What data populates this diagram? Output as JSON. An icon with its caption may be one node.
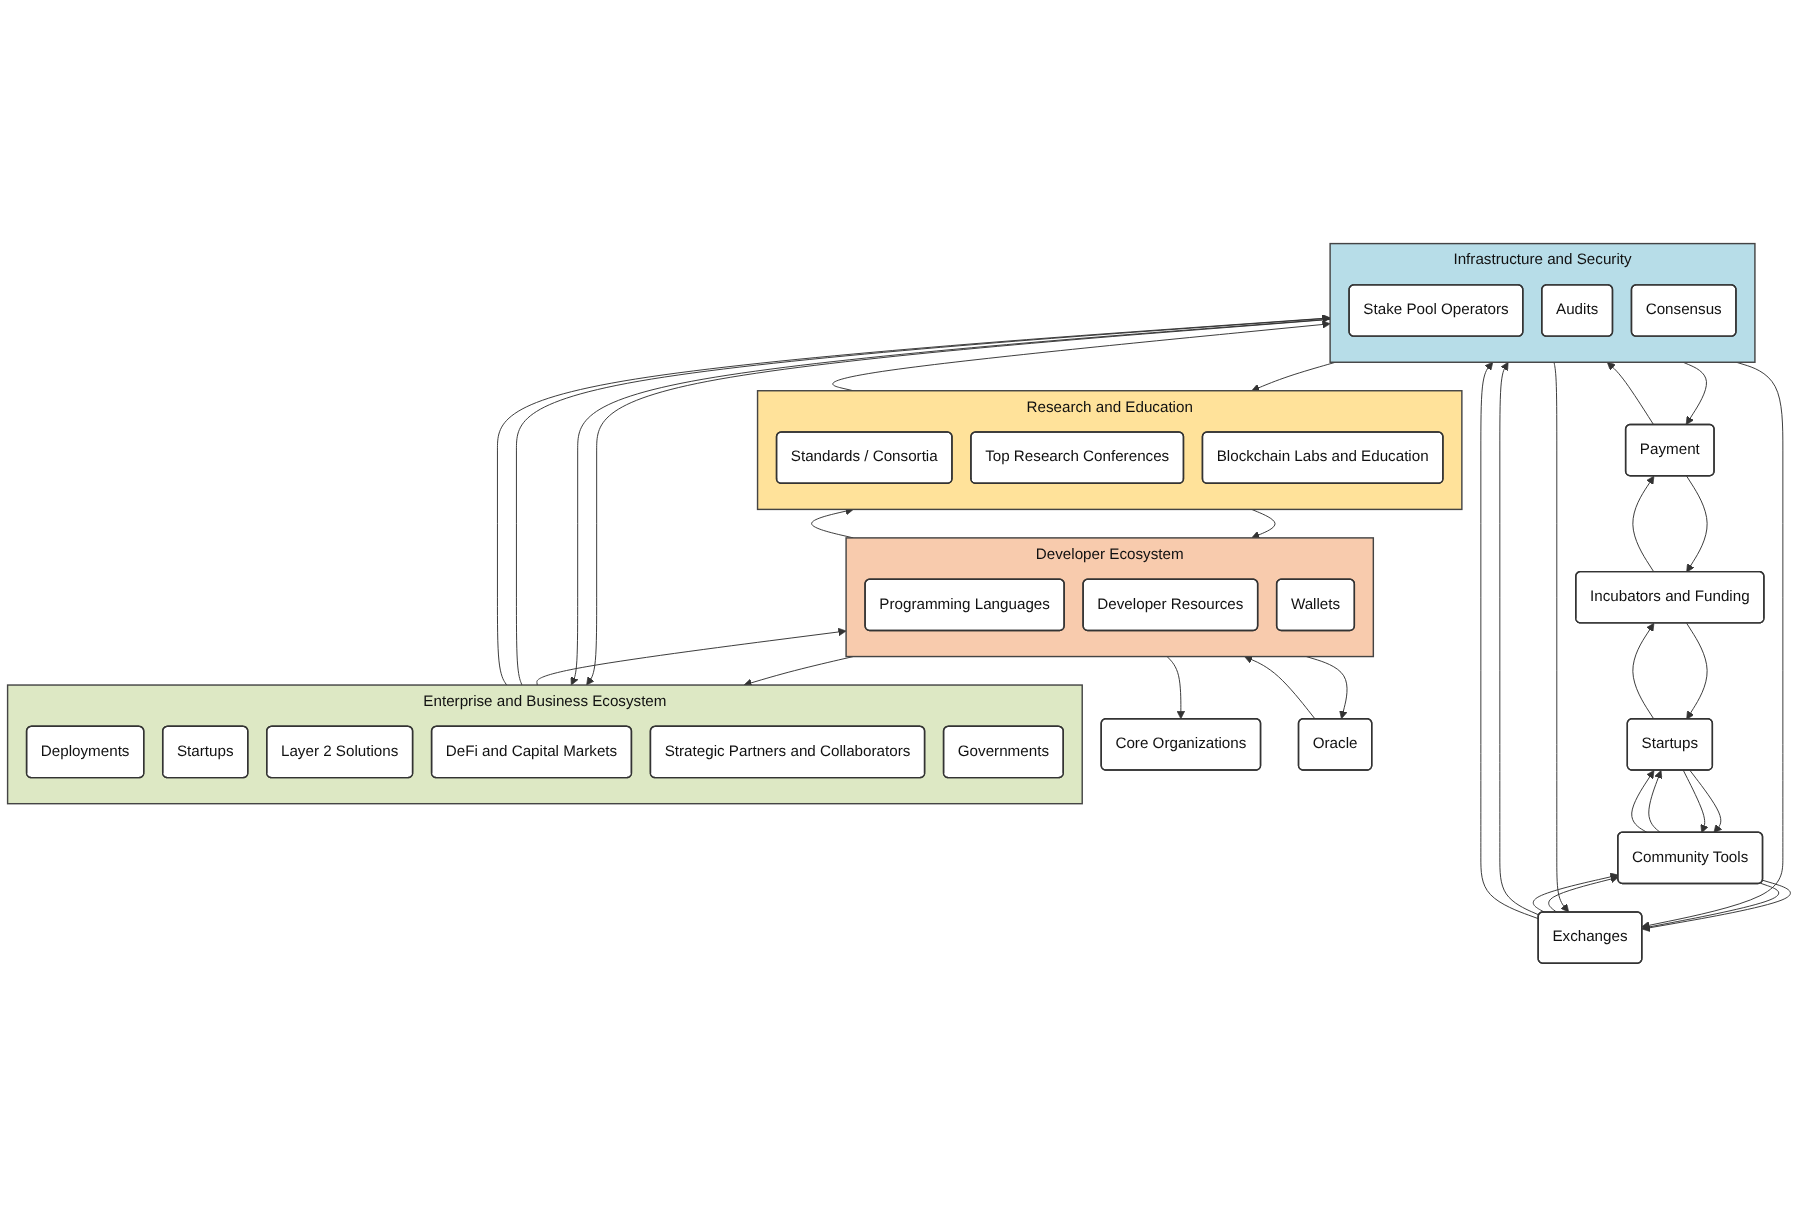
{
  "diagram": {
    "nodes": [
      {
        "text": [
          "Core Organizations"
        ]
      },
      {
        "text": [
          "Oracle"
        ]
      },
      {
        "text": [
          "Developer Ecosystem"
        ]
      },
      {
        "text": [
          "Programming Languages"
        ],
        "in": 2
      },
      {
        "text": [
          "Developer Resources"
        ],
        "in": 2
      },
      {
        "text": [
          "Wallets"
        ],
        "in": 2
      },
      {
        "text": [
          "Enterprise and Business Ecosystem"
        ]
      },
      {
        "text": [
          "Deployments"
        ],
        "in": 6
      },
      {
        "text": [
          "Startups"
        ],
        "in": 6
      },
      {
        "text": [
          "Layer 2 Solutions"
        ],
        "in": 6
      },
      {
        "text": [
          "DeFi and Capital Markets"
        ],
        "in": 6
      },
      {
        "text": [
          "Strategic Partners and Collaborators"
        ],
        "in": 6
      },
      {
        "text": [
          "Governments"
        ],
        "in": 6
      },
      {
        "text": [
          "Research and Education"
        ]
      },
      {
        "text": [
          "Standards / Consortia"
        ],
        "in": 13
      },
      {
        "text": [
          "Top Research Conferences"
        ],
        "in": 13
      },
      {
        "text": [
          "Blockchain Labs and Education"
        ],
        "in": 13
      },
      {
        "text": [
          "Infrastructure and Security"
        ]
      },
      {
        "text": [
          "Stake Pool Operators"
        ],
        "in": 17
      },
      {
        "text": [
          "Audits"
        ],
        "in": 17
      },
      {
        "text": [
          "Consensus"
        ],
        "in": 17
      },
      {
        "text": [
          "Payment"
        ]
      },
      {
        "text": [
          "Exchanges"
        ]
      },
      {
        "text": [
          "Incubators and Funding"
        ]
      },
      {
        "text": [
          "Community Tools"
        ]
      },
      {
        "text": [
          "Startups"
        ]
      }
    ],
    "edges": [
      {
        "from": 2,
        "to": 0,
        "arrow": "to"
      },
      {
        "from": 2,
        "to": 1,
        "arrow": "to"
      },
      {
        "from": 1,
        "to": 2,
        "arrow": "to"
      },
      {
        "from": 2,
        "to": 6,
        "arrow": "to"
      },
      {
        "from": 6,
        "to": 2,
        "arrow": "to"
      },
      {
        "from": 13,
        "to": 2,
        "arrow": "to"
      },
      {
        "from": 2,
        "to": 13,
        "arrow": "to"
      },
      {
        "from": 13,
        "to": 17,
        "arrow": "to"
      },
      {
        "from": 17,
        "to": 13,
        "arrow": "to"
      },
      {
        "from": 17,
        "to": 6,
        "arrow": "to"
      },
      {
        "from": 6,
        "to": 17,
        "arrow": "to"
      },
      {
        "from": 17,
        "to": 6,
        "arrow": "to"
      },
      {
        "from": 6,
        "to": 17,
        "arrow": "to"
      },
      {
        "from": 21,
        "to": 17,
        "arrow": "to"
      },
      {
        "from": 17,
        "to": 21,
        "arrow": "to"
      },
      {
        "from": 22,
        "to": 17,
        "arrow": "to"
      },
      {
        "from": 17,
        "to": 22,
        "arrow": "to"
      },
      {
        "from": 22,
        "to": 17,
        "arrow": "to"
      },
      {
        "from": 17,
        "to": 22,
        "arrow": "to"
      },
      {
        "from": 23,
        "to": 21,
        "arrow": "to"
      },
      {
        "from": 21,
        "to": 23,
        "arrow": "to"
      },
      {
        "from": 24,
        "to": 22,
        "arrow": "to"
      },
      {
        "from": 22,
        "to": 24,
        "arrow": "to"
      },
      {
        "from": 24,
        "to": 22,
        "arrow": "to"
      },
      {
        "from": 22,
        "to": 24,
        "arrow": "to"
      },
      {
        "from": 25,
        "to": 23,
        "arrow": "to"
      },
      {
        "from": 23,
        "to": 25,
        "arrow": "to"
      },
      {
        "from": 25,
        "to": 24,
        "arrow": "to"
      },
      {
        "from": 24,
        "to": 25,
        "arrow": "to"
      },
      {
        "from": 25,
        "to": 24,
        "arrow": "to"
      },
      {
        "from": 24,
        "to": 25,
        "arrow": "to"
      }
    ]
  }
}
